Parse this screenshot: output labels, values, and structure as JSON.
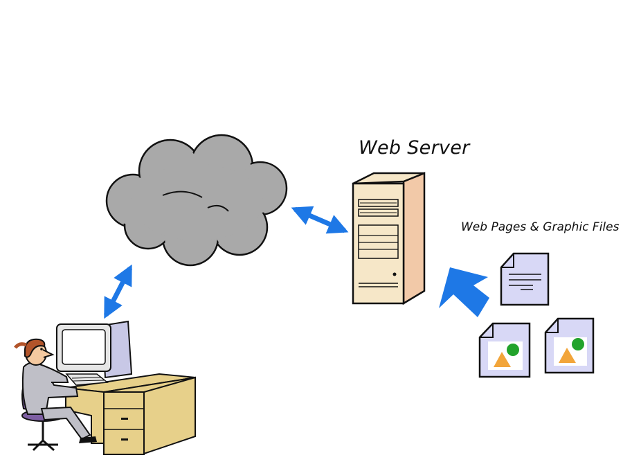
{
  "labels": {
    "web_server": "Web Server",
    "web_pages": "Web Pages & Graphic Files"
  },
  "nodes": {
    "internet": {
      "icon": "cloud-icon"
    },
    "server": {
      "icon": "server-tower-icon"
    },
    "client": {
      "icon": "person-at-computer-icon"
    },
    "files": [
      {
        "icon": "text-document-icon"
      },
      {
        "icon": "image-file-icon"
      },
      {
        "icon": "image-file-icon"
      }
    ]
  },
  "connections": [
    {
      "from": "client",
      "to": "internet",
      "style": "bidirectional"
    },
    {
      "from": "internet",
      "to": "server",
      "style": "bidirectional"
    },
    {
      "from": "files",
      "to": "server",
      "style": "one-way"
    }
  ],
  "colors": {
    "arrow": "#1E78E6",
    "cloud": "#A9A9A9",
    "server_body": "#F6E7C8",
    "server_side": "#F2C9A8",
    "document": "#D8D8F6",
    "desk": "#E7D08A",
    "monitor": "#E6E6E6",
    "person_suit": "#BFBFC7",
    "image_triangle": "#F2A53A",
    "image_circle": "#22A32B"
  }
}
